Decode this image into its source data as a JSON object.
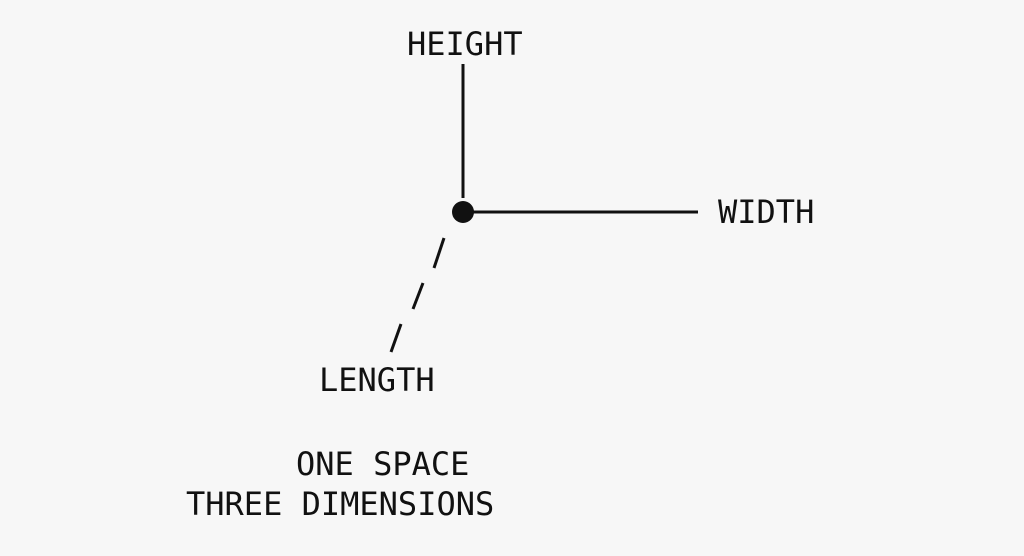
{
  "axes": {
    "height_label": "HEIGHT",
    "width_label": "WIDTH",
    "length_label": "LENGTH"
  },
  "caption": {
    "line1": "ONE SPACE",
    "line2": "THREE DIMENSIONS"
  },
  "colors": {
    "background": "#f7f7f7",
    "ink": "#111111"
  }
}
